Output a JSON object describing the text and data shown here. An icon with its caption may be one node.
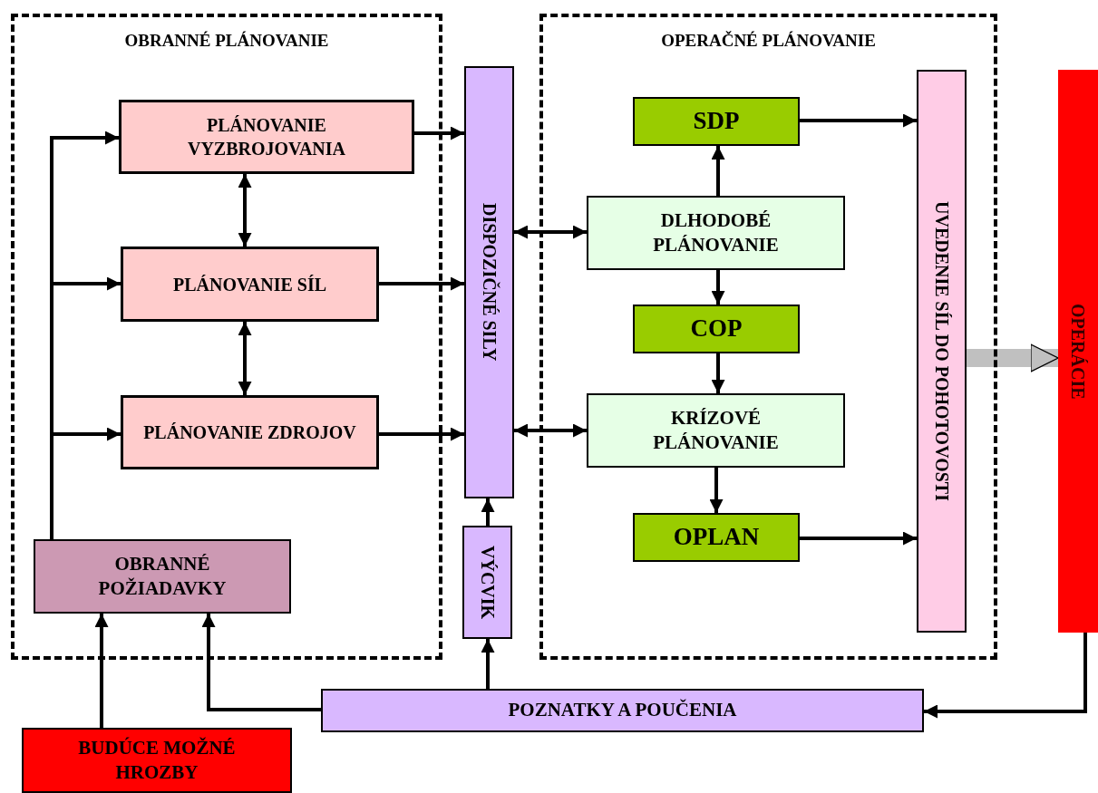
{
  "diagram": {
    "nodes": [
      {
        "text": [
          "OBRANNÉ PLÁNOVANIE"
        ]
      },
      {
        "text": [
          "PLÁNOVANIE VYZBROJOVANIA"
        ],
        "in": 0
      },
      {
        "text": [
          "PLÁNOVANIE SÍL"
        ],
        "in": 0
      },
      {
        "text": [
          "PLÁNOVANIE ZDROJOV"
        ],
        "in": 0
      },
      {
        "text": [
          "OBRANNÉ POŽIADAVKY"
        ],
        "in": 0
      },
      {
        "text": [
          "DISPOZIČNÉ SILY"
        ]
      },
      {
        "text": [
          "VÝCVIK"
        ]
      },
      {
        "text": [
          "OPERAČNÉ PLÁNOVANIE"
        ]
      },
      {
        "text": [
          "SDP"
        ],
        "in": 7
      },
      {
        "text": [
          "DLHODOBÉ PLÁNOVANIE"
        ],
        "in": 7
      },
      {
        "text": [
          "COP"
        ],
        "in": 7
      },
      {
        "text": [
          "KRÍZOVÉ PLÁNOVANIE"
        ],
        "in": 7
      },
      {
        "text": [
          "OPLAN"
        ],
        "in": 7
      },
      {
        "text": [
          "UVEDENIE SÍL DO POHOTOVOSTI"
        ],
        "in": 7
      },
      {
        "text": [
          "OPERÁCIE"
        ]
      },
      {
        "text": [
          "POZNATKY A POUČENIA"
        ]
      },
      {
        "text": [
          "BUDÚCE MOŽNÉ HROZBY"
        ]
      }
    ],
    "edges": [
      {
        "from": 4,
        "to": 1,
        "arrow": "to"
      },
      {
        "from": 4,
        "to": 2,
        "arrow": "to"
      },
      {
        "from": 4,
        "to": 3,
        "arrow": "to"
      },
      {
        "from": 1,
        "to": 5,
        "arrow": "to"
      },
      {
        "from": 2,
        "to": 5,
        "arrow": "to"
      },
      {
        "from": 3,
        "to": 5,
        "arrow": "to"
      },
      {
        "from": 1,
        "to": 2,
        "arrow": "both"
      },
      {
        "from": 2,
        "to": 3,
        "arrow": "both"
      },
      {
        "from": 5,
        "to": 9,
        "arrow": "both"
      },
      {
        "from": 5,
        "to": 11,
        "arrow": "both"
      },
      {
        "from": 9,
        "to": 8,
        "arrow": "to"
      },
      {
        "from": 9,
        "to": 10,
        "arrow": "to"
      },
      {
        "from": 10,
        "to": 11,
        "arrow": "to"
      },
      {
        "from": 11,
        "to": 12,
        "arrow": "to"
      },
      {
        "from": 8,
        "to": 13,
        "arrow": "to"
      },
      {
        "from": 12,
        "to": 13,
        "arrow": "to"
      },
      {
        "from": 13,
        "to": 14,
        "arrow": "to",
        "style": "thick",
        "color": "#c0c0c0"
      },
      {
        "from": 6,
        "to": 5,
        "arrow": "to"
      },
      {
        "from": 15,
        "to": 6,
        "arrow": "to"
      },
      {
        "from": 15,
        "to": 4,
        "arrow": "to"
      },
      {
        "from": 16,
        "to": 4,
        "arrow": "to"
      },
      {
        "from": 14,
        "to": 15,
        "arrow": "to"
      }
    ]
  }
}
